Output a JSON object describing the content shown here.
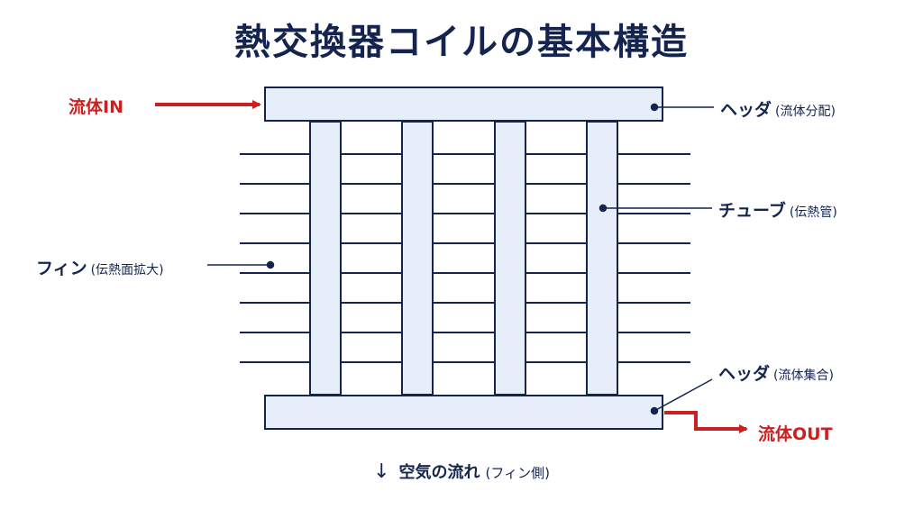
{
  "title": "熱交換器コイルの基本構造",
  "labels": {
    "inlet": "流体IN",
    "outlet": "流体OUT",
    "header_top": "ヘッダ",
    "header_top_sub": "(流体分配)",
    "tube": "チューブ",
    "tube_sub": "(伝熱管)",
    "fin": "フィン",
    "fin_sub": "(伝熱面拡大)",
    "header_bottom": "ヘッダ",
    "header_bottom_sub": "(流体集合)",
    "airflow_arrow": "↓",
    "airflow": "空気の流れ",
    "airflow_sub": "(フィン側)"
  },
  "colors": {
    "navy": "#14244e",
    "fill": "#e6eefa",
    "red": "#cc1f1f"
  }
}
